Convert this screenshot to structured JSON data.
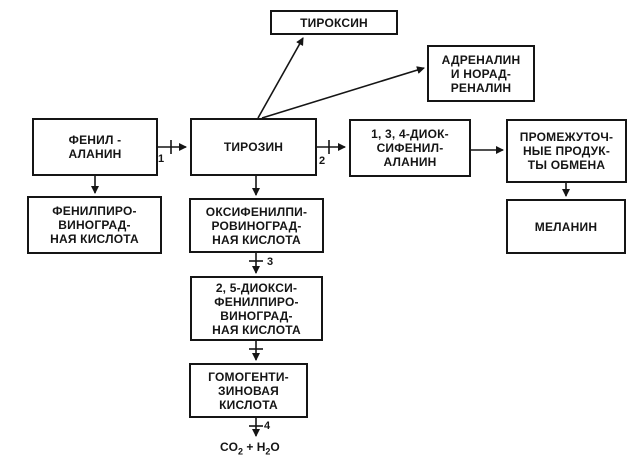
{
  "diagram": {
    "boxes": {
      "tyroxin": "ТИРОКСИН",
      "adrenalin": "АДРЕНАЛИН\nИ НОРАД-\nРЕНАЛИН",
      "phenylalanine": "ФЕНИЛ -\nАЛАНИН",
      "tyrosine": "ТИРОЗИН",
      "dopa": "1, 3, 4-ДИОК-\nСИФЕНИЛ-\nАЛАНИН",
      "intermediate": "ПРОМЕЖУТОЧ-\nНЫЕ ПРОДУК-\nТЫ ОБМЕНА",
      "phenylpyruvic": "ФЕНИЛПИРО-\nВИНОГРАД-\nНАЯ КИСЛОТА",
      "oxyphenylpyruvic": "ОКСИФЕНИЛПИ-\nРОВИНОГРАД-\nНАЯ КИСЛОТА",
      "melanin": "МЕЛАНИН",
      "dioxyphenylpyruvic": "2, 5-ДИОКСИ-\nФЕНИЛПИРО-\nВИНОГРАД-\nНАЯ КИСЛОТА",
      "homogentisic": "ГОМОГЕНТИ-\nЗИНОВАЯ\nКИСЛОТА"
    },
    "block_labels": {
      "one": "1",
      "two": "2",
      "three": "3",
      "four": "4"
    },
    "products": {
      "co2": "CO",
      "co2_sub": "2",
      "plus": " + ",
      "h2o_h": "H",
      "h2o_sub": "2",
      "h2o_o": "O"
    },
    "colors": {
      "ink": "#151515",
      "background": "#ffffff"
    }
  }
}
